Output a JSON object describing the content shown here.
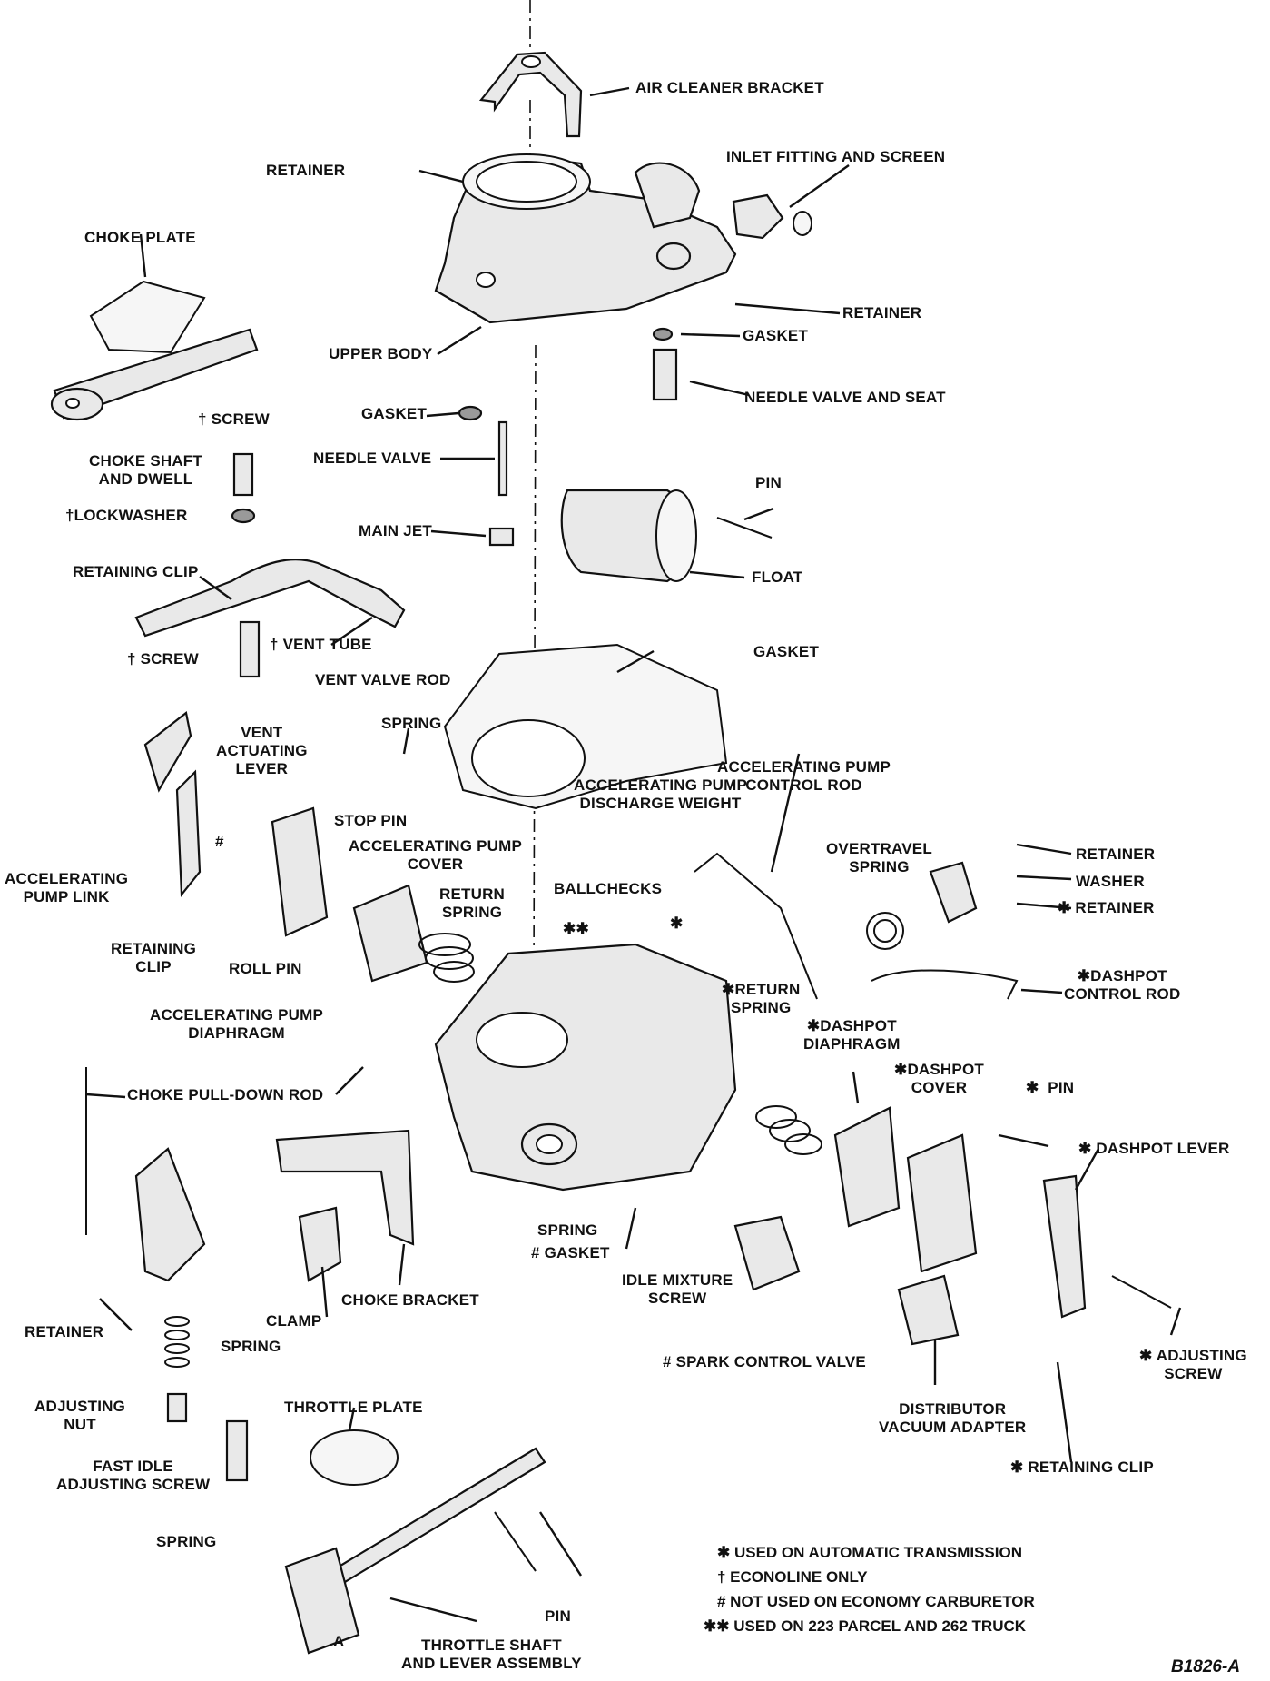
{
  "labels": {
    "air_cleaner_bracket": "AIR CLEANER BRACKET",
    "retainer_top": "RETAINER",
    "inlet_fitting": "INLET FITTING AND SCREEN",
    "choke_plate": "CHOKE PLATE",
    "retainer_upper_right": "RETAINER",
    "gasket_upper_right": "GASKET",
    "upper_body": "UPPER BODY",
    "needle_valve_and_seat": "NEEDLE VALVE AND SEAT",
    "gasket_left": "GASKET",
    "screw_top": "† SCREW",
    "choke_shaft": "CHOKE SHAFT\nAND DWELL",
    "needle_valve": "NEEDLE VALVE",
    "pin_float": "PIN",
    "lockwasher": "†LOCKWASHER",
    "main_jet": "MAIN JET",
    "float": "FLOAT",
    "retaining_clip_top": "RETAINING CLIP",
    "vent_tube": "† VENT TUBE",
    "screw_mid": "† SCREW",
    "gasket_main": "GASKET",
    "vent_valve_rod": "VENT VALVE ROD",
    "vent_actuating_lever": "VENT\nACTUATING\nLEVER",
    "spring_vent": "SPRING",
    "accel_pump_control_rod": "ACCELERATING PUMP\nCONTROL ROD",
    "stop_pin": "STOP PIN",
    "accel_pump_discharge_weight": "ACCELERATING PUMP\nDISCHARGE WEIGHT",
    "accel_pump_cover": "ACCELERATING PUMP\nCOVER",
    "overtravel_spring": "OVERTRAVEL\nSPRING",
    "retainer_right1": "RETAINER",
    "washer": "WASHER",
    "retainer_right2": "✱ RETAINER",
    "accel_pump_link": "ACCELERATING\nPUMP LINK",
    "hash_mark": "#",
    "return_spring": "RETURN\nSPRING",
    "ballchecks": "BALLCHECKS",
    "ball_star": "✱",
    "ball_double_star": "✱✱",
    "retaining_clip_left": "RETAINING\nCLIP",
    "roll_pin": "ROLL PIN",
    "dashpot_control_rod": "✱DASHPOT\nCONTROL ROD",
    "return_spring_star": "✱RETURN\nSPRING",
    "accel_pump_diaphragm": "ACCELERATING PUMP\nDIAPHRAGM",
    "dashpot_diaphragm": "✱DASHPOT\nDIAPHRAGM",
    "dashpot_cover": "✱DASHPOT\nCOVER",
    "pin_right": "✱  PIN",
    "choke_pulldown_rod": "CHOKE PULL-DOWN ROD",
    "dashpot_lever": "✱ DASHPOT LEVER",
    "spring_lower": "SPRING",
    "gasket_hash": "# GASKET",
    "idle_mixture_screw": "IDLE MIXTURE\nSCREW",
    "choke_bracket": "CHOKE BRACKET",
    "clamp": "CLAMP",
    "retainer_left": "RETAINER",
    "spark_control_valve": "# SPARK CONTROL VALVE",
    "adjusting_screw": "✱ ADJUSTING\nSCREW",
    "spring_left": "SPRING",
    "distributor_vacuum_adapter": "DISTRIBUTOR\nVACUUM ADAPTER",
    "adjusting_nut": "ADJUSTING\nNUT",
    "throttle_plate": "THROTTLE PLATE",
    "retaining_clip_star": "✱ RETAINING CLIP",
    "fast_idle_screw": "FAST IDLE\nADJUSTING SCREW",
    "spring_bottom": "SPRING",
    "pin_bottom": "PIN",
    "throttle_shaft": "THROTTLE SHAFT\nAND LEVER ASSEMBLY",
    "lever_letter": "A"
  },
  "legend": [
    "✱ USED ON AUTOMATIC TRANSMISSION",
    "† ECONOLINE ONLY",
    "# NOT USED ON ECONOMY CARBURETOR",
    "✱✱ USED ON 223 PARCEL AND 262 TRUCK"
  ],
  "figure_id": "B1826-A"
}
